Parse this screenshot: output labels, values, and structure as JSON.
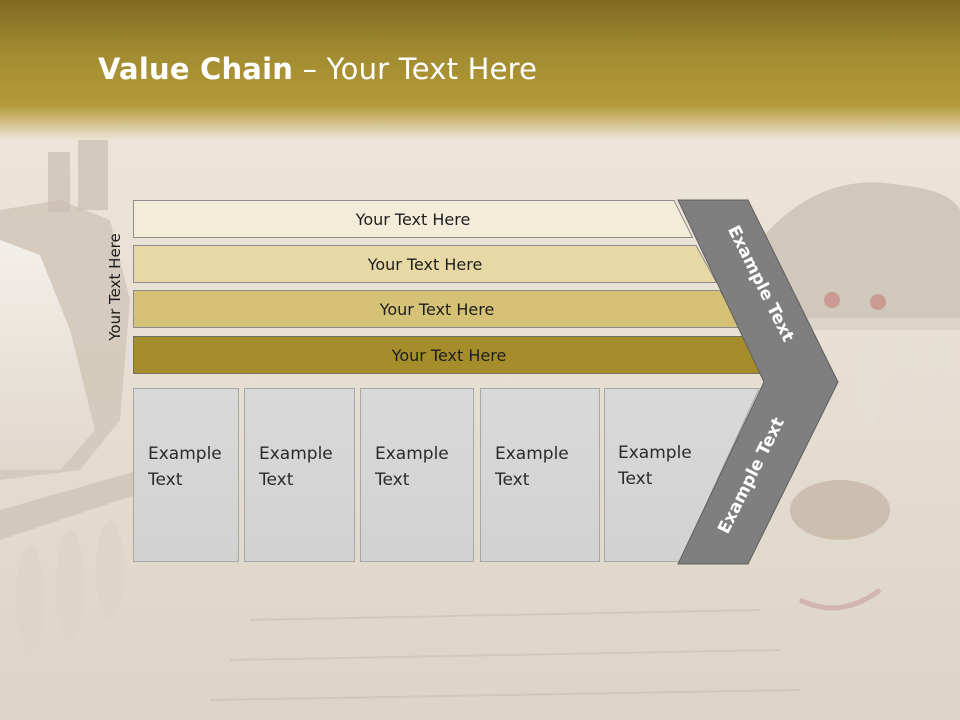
{
  "title": {
    "bold": "Value Chain",
    "rest": " – Your Text Here"
  },
  "side_label": "Your Text Here",
  "bars": [
    {
      "label": "Your Text Here",
      "fill": "#f3ecd9"
    },
    {
      "label": "Your Text Here",
      "fill": "#e6d9a6"
    },
    {
      "label": "Your Text Here",
      "fill": "#d5c276"
    },
    {
      "label": "Your Text Here",
      "fill": "#a68d2b"
    }
  ],
  "columns": [
    {
      "text": "Example\nText"
    },
    {
      "text": "Example\nText"
    },
    {
      "text": "Example\nText"
    },
    {
      "text": "Example\nText"
    },
    {
      "text": "Example\nText"
    }
  ],
  "chevron": {
    "upper_text": "Example Text",
    "lower_text": "Example Text",
    "color": "#7f7f7f"
  }
}
